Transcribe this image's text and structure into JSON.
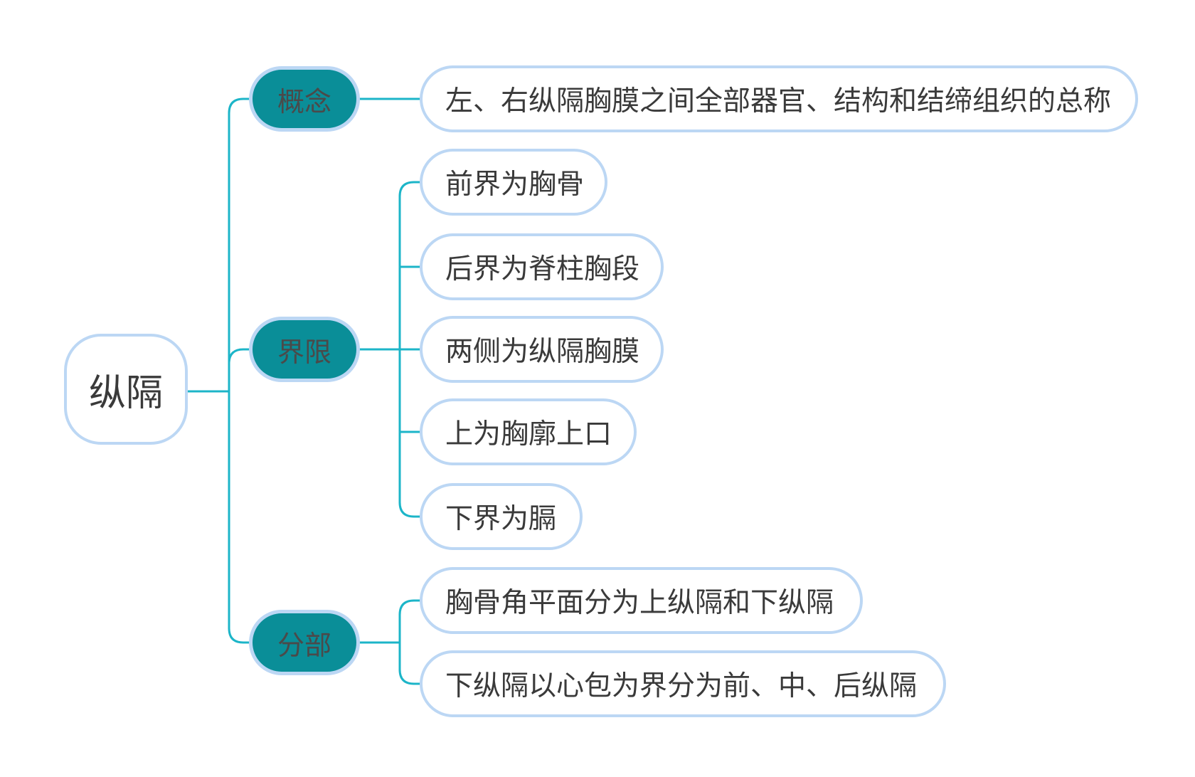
{
  "colors": {
    "connector": "#1cb5c8",
    "node_border": "#bcd7f4",
    "branch_fill": "#0a8e98",
    "text": "#3a3a3a"
  },
  "root": {
    "label": "纵隔"
  },
  "branches": [
    {
      "label": "概念",
      "leaves": [
        {
          "label": "左、右纵隔胸膜之间全部器官、结构和结缔组织的总称"
        }
      ]
    },
    {
      "label": "界限",
      "leaves": [
        {
          "label": "前界为胸骨"
        },
        {
          "label": "后界为脊柱胸段"
        },
        {
          "label": "两侧为纵隔胸膜"
        },
        {
          "label": "上为胸廓上口"
        },
        {
          "label": "下界为膈"
        }
      ]
    },
    {
      "label": "分部",
      "leaves": [
        {
          "label": "胸骨角平面分为上纵隔和下纵隔"
        },
        {
          "label": "下纵隔以心包为界分为前、中、后纵隔"
        }
      ]
    }
  ]
}
